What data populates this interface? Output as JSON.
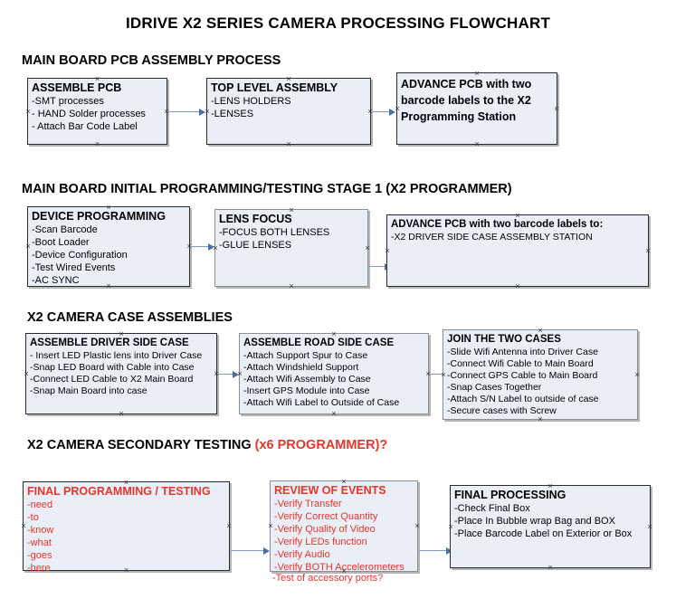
{
  "title": "IDRIVE X2  SERIES CAMERA PROCESSING FLOWCHART",
  "colors": {
    "box_fill": "#eaeff7",
    "box_border": "#2b2b2b",
    "box_border_gray": "#8e8e8e",
    "arrow": "#7f9ec4",
    "arrow_head": "#4a6fa5",
    "red_text": "#e8352b",
    "black_text": "#000000",
    "background": "#ffffff"
  },
  "sections": [
    {
      "id": "main-board-pcb-assembly-process",
      "heading": "MAIN BOARD PCB ASSEMBLY PROCESS",
      "heading_red": ""
    },
    {
      "id": "main-board-initial-programming",
      "heading": "MAIN BOARD INITIAL PROGRAMMING/TESTING STAGE 1 (X2 PROGRAMMER)",
      "heading_red": ""
    },
    {
      "id": "x2-camera-case-assemblies",
      "heading": "X2 CAMERA CASE ASSEMBLIES",
      "heading_red": ""
    },
    {
      "id": "x2-camera-secondary-testing",
      "heading": "X2 CAMERA SECONDARY TESTING ",
      "heading_red": "(x6 PROGRAMMER)?"
    }
  ],
  "nodes": {
    "assemble_pcb": {
      "title": "ASSEMBLE PCB",
      "lines": [
        "-SMT processes",
        "- HAND Solder processes",
        "- Attach Bar Code Label"
      ]
    },
    "top_level_assembly": {
      "title": "TOP LEVEL ASSEMBLY",
      "lines": [
        "-LENS HOLDERS",
        "-LENSES"
      ]
    },
    "advance_pcb_station": {
      "title": "ADVANCE PCB with two barcode labels to the  X2 Programming Station",
      "lines": []
    },
    "device_programming": {
      "title": "DEVICE PROGRAMMING",
      "lines": [
        "-Scan Barcode",
        "-Boot Loader",
        "-Device Configuration",
        "-Test Wired Events",
        "-AC SYNC"
      ]
    },
    "lens_focus": {
      "title": "LENS FOCUS",
      "lines": [
        "-FOCUS BOTH LENSES",
        "-GLUE LENSES"
      ]
    },
    "advance_pcb_driver_side": {
      "title": "ADVANCE PCB with two barcode labels to:",
      "lines": [
        "-X2 DRIVER  SIDE  CASE  ASSEMBLY STATION"
      ]
    },
    "assemble_driver_side_case": {
      "title": "ASSEMBLE DRIVER SIDE CASE",
      "lines": [
        "- Insert LED Plastic lens into Driver Case",
        "-Snap LED Board with Cable into Case",
        "-Connect LED Cable to X2 Main Board",
        "-Snap Main Board into case"
      ]
    },
    "assemble_road_side_case": {
      "title": "ASSEMBLE ROAD SIDE CASE",
      "lines": [
        "-Attach Support Spur to Case",
        "-Attach Windshield Support",
        "-Attach Wifi Assembly to Case",
        "-Insert GPS Module into Case",
        "-Attach Wifi Label to Outside of Case"
      ]
    },
    "join_the_two_cases": {
      "title": "JOIN THE TWO CASES",
      "lines": [
        "-Slide Wifi Antenna into Driver Case",
        "-Connect Wifi Cable to Main Board",
        "-Connect GPS Cable to Main Board",
        "-Snap Cases Together",
        "-Attach S/N Label to outside of case",
        "-Secure cases with Screw"
      ]
    },
    "final_programming_testing": {
      "title": "FINAL PROGRAMMING / TESTING",
      "lines": [
        "-need",
        "-to",
        "-know",
        "-what",
        "-goes",
        "-here"
      ]
    },
    "review_of_events": {
      "title": "REVIEW OF EVENTS",
      "lines": [
        "-Verify Transfer",
        "-Verify Correct Quantity",
        "-Verify Quality of Video",
        "-Verify LEDs function",
        "-Verify Audio",
        "-Verify BOTH Accelerometers"
      ],
      "overflow_line": "-Test of accessory ports?"
    },
    "final_processing": {
      "title": "FINAL PROCESSING",
      "lines": [
        "-Check Final Box",
        "-Place In Bubble wrap Bag and BOX",
        "-Place Barcode Label on Exterior or Box"
      ]
    }
  }
}
